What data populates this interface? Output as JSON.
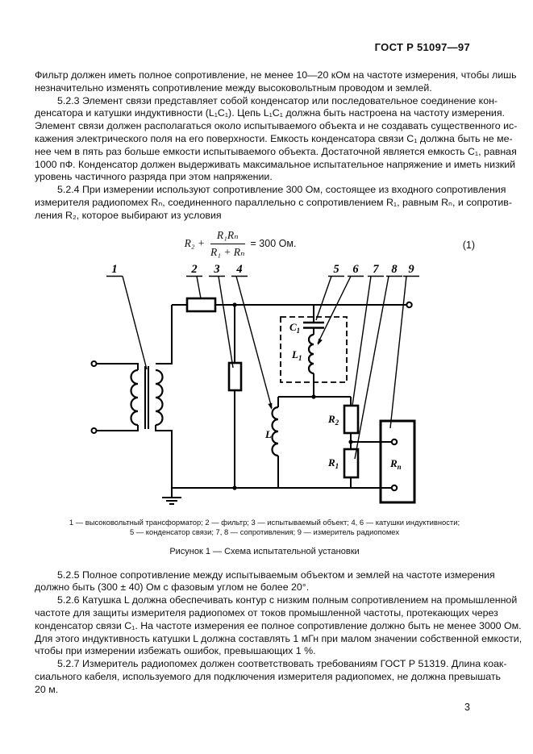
{
  "page": {
    "header": "ГОСТ Р 51097—97",
    "number": "3"
  },
  "content": {
    "intro_lines": [
      "Фильтр должен иметь полное сопротивление, не менее 10—20 кОм на частоте измерения, чтобы лишь",
      "незначительно изменять сопротивление между высоковольтным проводом и землей."
    ],
    "p523_lines": [
      "5.2.3 Элемент связи представляет собой конденсатор или последовательное соединение кон-",
      "денсатора и катушки индуктивности (L₁C₁). Цепь L₁C₁ должна быть настроена на частоту измерения.",
      "Элемент связи должен располагаться около испытываемого объекта и не создавать существенного ис-",
      "кажения электрического поля на его поверхности. Емкость конденсатора связи C₁ должна быть не ме-",
      "нее чем в пять раз больше емкости испытываемого объекта. Достаточной является емкость C₁, равная",
      "1000 пФ. Конденсатор должен выдерживать максимальное испытательное напряжение и иметь низкий",
      "уровень частичного разряда при этом напряжении."
    ],
    "p524_lines": [
      "5.2.4 При измерении используют сопротивление 300 Ом, состоящее из входного сопротивления",
      "измерителя радиопомех Rₙ, соединенного параллельно с сопротивлением R₁, равным Rₙ, и сопротив-",
      "ления R₂, которое выбирают из условия"
    ],
    "p525_lines": [
      "5.2.5 Полное сопротивление между испытываемым объектом и землей на частоте измерения",
      "должно быть (300 ± 40) Ом с фазовым углом не более 20°."
    ],
    "p526_lines": [
      "5.2.6 Катушка L должна обеспечивать контур с низким полным сопротивлением на промышленной",
      "частоте для защиты измерителя радиопомех от токов промышленной частоты, протекающих через",
      "конденсатор связи C₁. На частоте измерения ее полное сопротивление должно быть не менее 3000 Ом.",
      "Для этого индуктивность катушки L должна составлять 1 мГн при малом значении собственной емкости,",
      "чтобы при измерении избежать ошибок, превышающих 1 %."
    ],
    "p527_lines": [
      "5.2.7 Измеритель радиопомех должен соответствовать требованиям ГОСТ Р 51319. Длина коак-",
      "сиального кабеля, используемого для подключения измерителя радиопомех, не должна превышать",
      "20 м."
    ]
  },
  "formula": {
    "lhs": "R₂ +",
    "num": "R₁Rₙ",
    "den": "R₁ + Rₙ",
    "rhs": "= 300 Ом.",
    "tag": "(1)"
  },
  "figure": {
    "callouts": [
      "1",
      "2",
      "3",
      "4",
      "5",
      "6",
      "7",
      "8",
      "9"
    ],
    "labels": {
      "c1_base": "C",
      "c1_sub": "1",
      "l1_base": "L",
      "l1_sub": "1",
      "l_base": "L",
      "r2_base": "R",
      "r2_sub": "2",
      "r1_base": "R",
      "r1_sub": "1",
      "rn_base": "R",
      "rn_sub": "п"
    },
    "legend_line1": "1 — высоковольтный трансформатор; 2 — фильтр; 3 — испытываемый объект; 4, 6 — катушки индуктивности;",
    "legend_line2": "5 — конденсатор связи; 7, 8 — сопротивления; 9 — измеритель радиопомех",
    "caption": "Рисунок 1 — Схема испытательной установки"
  }
}
